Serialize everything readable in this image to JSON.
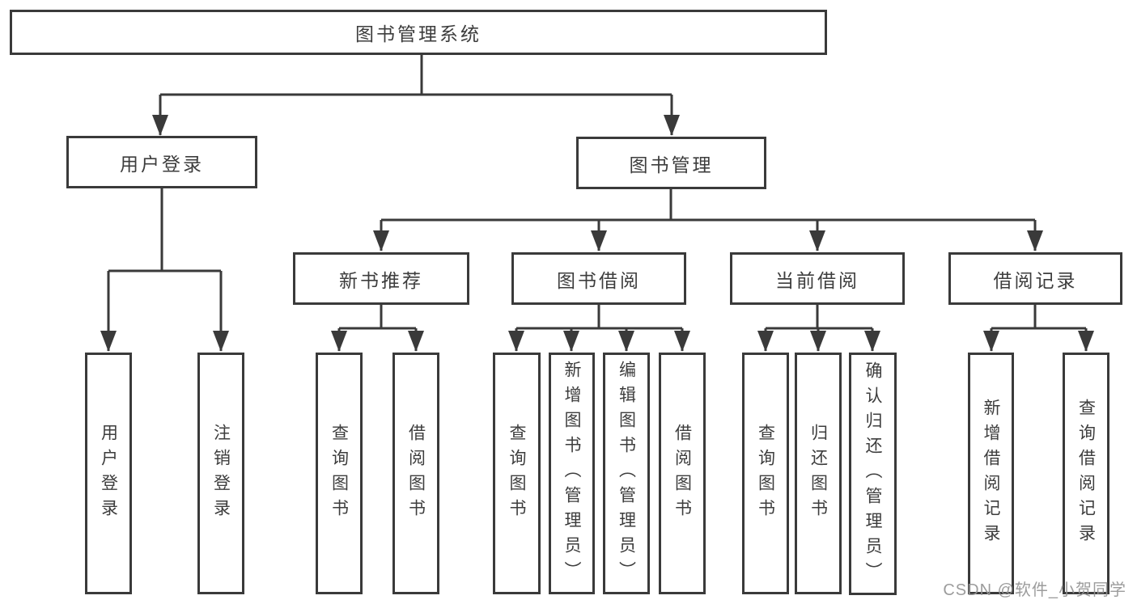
{
  "tree": {
    "root": "图书管理系统",
    "branches": [
      {
        "label": "用户登录",
        "children": [
          "用户登录",
          "注销登录"
        ]
      },
      {
        "label": "图书管理",
        "sections": [
          {
            "label": "新书推荐",
            "children": [
              "查询图书",
              "借阅图书"
            ]
          },
          {
            "label": "图书借阅",
            "children": [
              "查询图书",
              "新增图书（管理员）",
              "编辑图书（管理员）",
              "借阅图书"
            ]
          },
          {
            "label": "当前借阅",
            "children": [
              "查询图书",
              "归还图书",
              "确认归还（管理员）"
            ]
          },
          {
            "label": "借阅记录",
            "children": [
              "新增借阅记录",
              "查询借阅记录"
            ]
          }
        ]
      }
    ]
  },
  "watermark": "CSDN @软件_小贺同学",
  "colors": {
    "line": "#3a3a3a",
    "text": "#3d3d3d",
    "watermark": "#949494",
    "background": "#ffffff"
  }
}
